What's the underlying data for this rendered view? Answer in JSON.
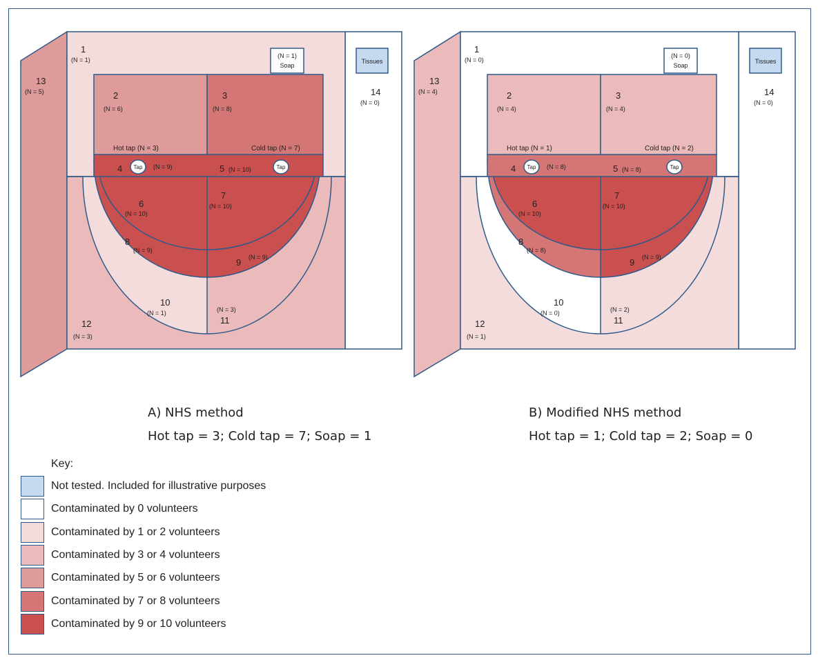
{
  "colors": {
    "not_tested": "#c5d9f1",
    "c0": "#ffffff",
    "c12": "#f5dcdc",
    "c34": "#ebbaba",
    "c56": "#df9a9a",
    "c78": "#d57676",
    "c910": "#c9504f",
    "stroke": "#2e5a8a"
  },
  "panels": [
    {
      "id": "A",
      "caption": "A) NHS method",
      "summary": "Hot tap = 3; Cold tap = 7; Soap = 1",
      "soap": {
        "n": "(N = 1)",
        "label": "Soap"
      },
      "tissues": "Tissues",
      "hot_tap": "Hot tap (N = 3)",
      "cold_tap": "Cold tap (N = 7)",
      "tap_label": "Tap",
      "regions": {
        "r1": {
          "num": "1",
          "n": "(N = 1)",
          "level": 1
        },
        "r2": {
          "num": "2",
          "n": "(N = 6)",
          "level": 6
        },
        "r3": {
          "num": "3",
          "n": "(N = 8)",
          "level": 8
        },
        "r4": {
          "num": "4",
          "n": "(N = 9)",
          "level": 9
        },
        "r5": {
          "num": "5",
          "n": "(N = 10)",
          "level": 10
        },
        "r6": {
          "num": "6",
          "n": "(N = 10)",
          "level": 10
        },
        "r7": {
          "num": "7",
          "n": "(N = 10)",
          "level": 10
        },
        "r8": {
          "num": "8",
          "n": "(N = 9)",
          "level": 9
        },
        "r9": {
          "num": "9",
          "n": "(N = 9)",
          "level": 9
        },
        "r10": {
          "num": "10",
          "n": "(N = 1)",
          "level": 1
        },
        "r11": {
          "num": "11",
          "n": "(N = 3)",
          "level": 3
        },
        "r12": {
          "num": "12",
          "n": "(N = 3)",
          "level": 3
        },
        "r13": {
          "num": "13",
          "n": "(N = 5)",
          "level": 5
        },
        "r14": {
          "num": "14",
          "n": "(N = 0)",
          "level": 0
        }
      }
    },
    {
      "id": "B",
      "caption": "B) Modified NHS method",
      "summary": "Hot tap = 1; Cold tap = 2; Soap = 0",
      "soap": {
        "n": "(N = 0)",
        "label": "Soap"
      },
      "tissues": "Tissues",
      "hot_tap": "Hot tap (N = 1)",
      "cold_tap": "Cold tap (N = 2)",
      "tap_label": "Tap",
      "regions": {
        "r1": {
          "num": "1",
          "n": "(N = 0)",
          "level": 0
        },
        "r2": {
          "num": "2",
          "n": "(N = 4)",
          "level": 4
        },
        "r3": {
          "num": "3",
          "n": "(N = 4)",
          "level": 4
        },
        "r4": {
          "num": "4",
          "n": "(N = 8)",
          "level": 8
        },
        "r5": {
          "num": "5",
          "n": "(N = 8)",
          "level": 8
        },
        "r6": {
          "num": "6",
          "n": "(N = 10)",
          "level": 10
        },
        "r7": {
          "num": "7",
          "n": "(N = 10)",
          "level": 10
        },
        "r8": {
          "num": "8",
          "n": "(N = 8)",
          "level": 8
        },
        "r9": {
          "num": "9",
          "n": "(N = 9)",
          "level": 9
        },
        "r10": {
          "num": "10",
          "n": "(N = 0)",
          "level": 0
        },
        "r11": {
          "num": "11",
          "n": "(N = 2)",
          "level": 2
        },
        "r12": {
          "num": "12",
          "n": "(N = 1)",
          "level": 1
        },
        "r13": {
          "num": "13",
          "n": "(N = 4)",
          "level": 4
        },
        "r14": {
          "num": "14",
          "n": "(N = 0)",
          "level": 0
        }
      }
    }
  ],
  "key": {
    "title": "Key:",
    "items": [
      {
        "label": "Not tested.  Included for illustrative purposes",
        "color": "#c5d9f1"
      },
      {
        "label": "Contaminated by 0 volunteers",
        "color": "#ffffff"
      },
      {
        "label": "Contaminated by 1 or 2 volunteers",
        "color": "#f5dcdc"
      },
      {
        "label": "Contaminated by 3 or 4 volunteers",
        "color": "#ebbaba"
      },
      {
        "label": "Contaminated by 5 or 6 volunteers",
        "color": "#df9a9a"
      },
      {
        "label": "Contaminated by 7 or 8 volunteers",
        "color": "#d57676"
      },
      {
        "label": "Contaminated by 9 or 10 volunteers",
        "color": "#c9504f"
      }
    ]
  }
}
